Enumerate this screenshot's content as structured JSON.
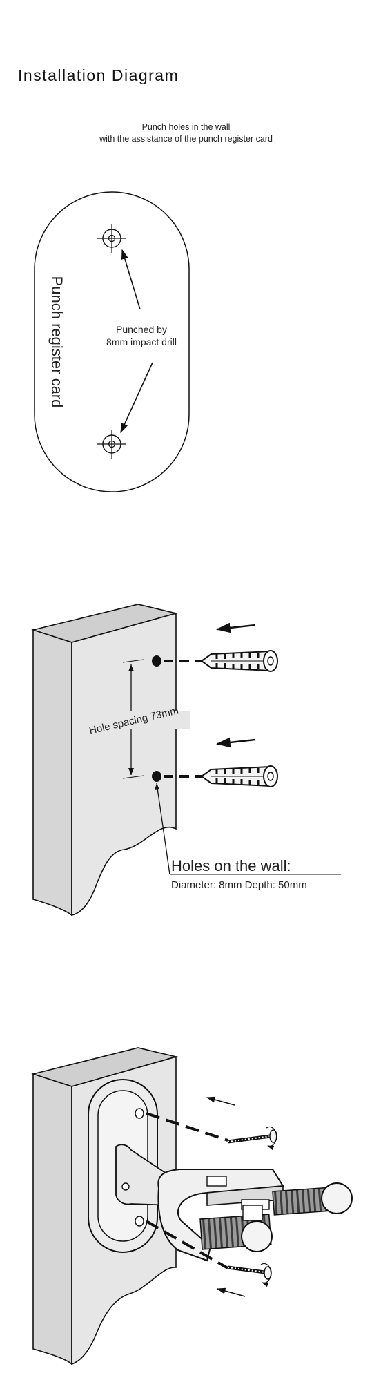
{
  "title": "Installation Diagram",
  "instructions": {
    "line1": "Punch holes in the wall",
    "line2": "with the assistance of the punch register card"
  },
  "card": {
    "label": "Punch register card",
    "drill_note_line1": "Punched by",
    "drill_note_line2": "8mm impact drill"
  },
  "wall_holes": {
    "spacing_label": "Hole spacing 73mm",
    "heading": "Holes on the wall:",
    "spec": "Diameter: 8mm Depth: 50mm"
  },
  "colors": {
    "line": "#111111",
    "wall_face": "#e6e6e6",
    "wall_top": "#cfcfcf",
    "bracket": "#e9e9e9"
  }
}
